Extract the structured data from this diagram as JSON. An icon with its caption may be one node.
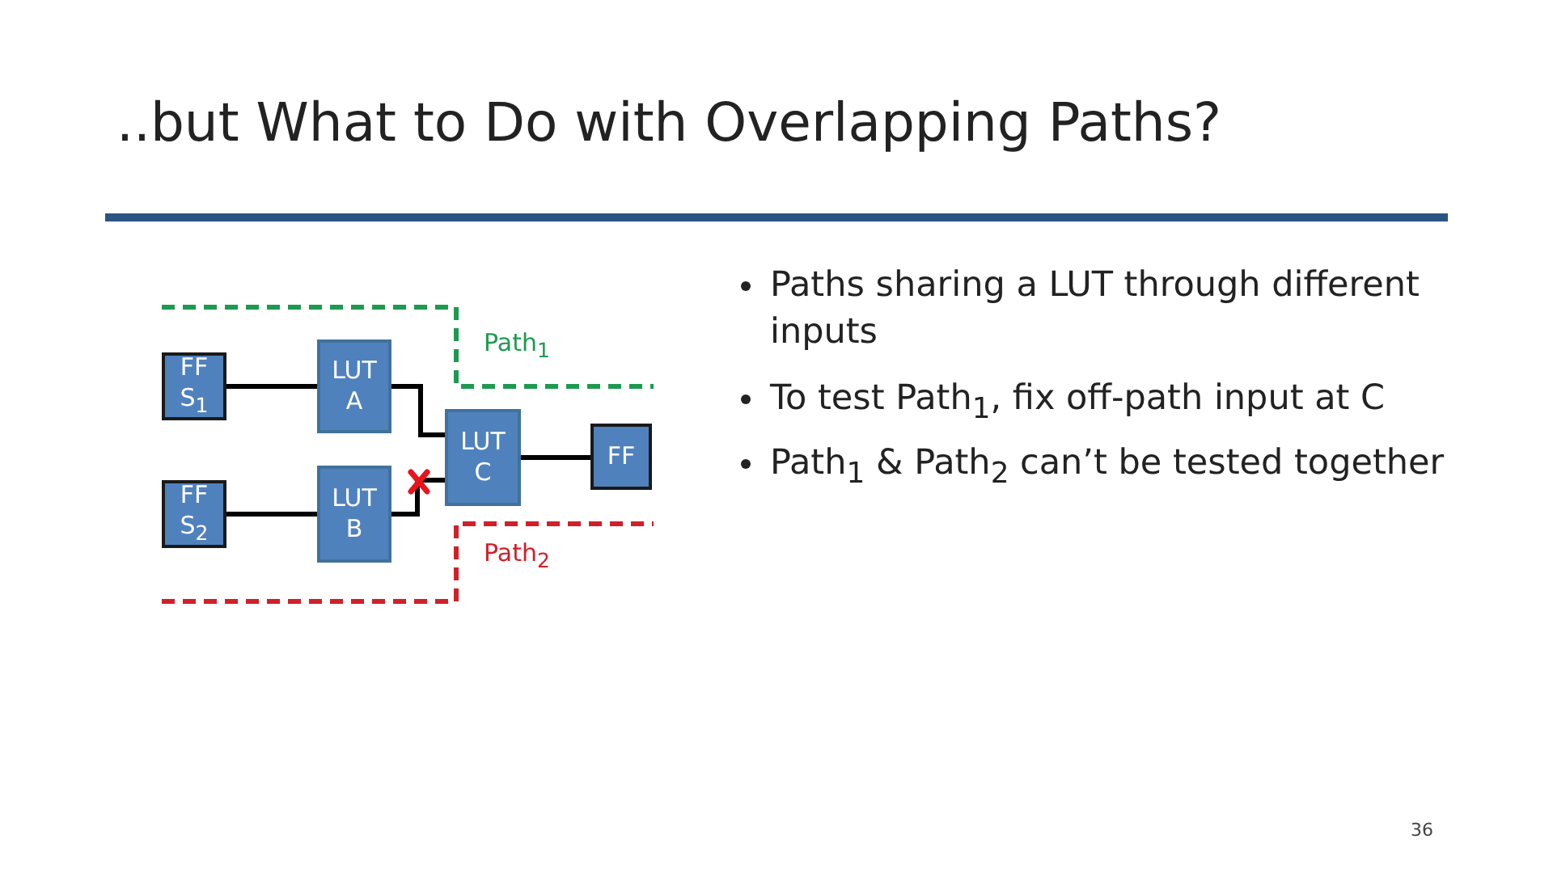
{
  "diagram": {
    "title": "..but What to Do with Overlapping Paths?",
    "nodes": [
      {
        "text": [
          "FF S$_{1}$"
        ]
      },
      {
        "text": [
          "LUT A"
        ]
      },
      {
        "text": [
          "FF S$_{2}$"
        ]
      },
      {
        "text": [
          "LUT B"
        ]
      },
      {
        "text": [
          "LUT C"
        ]
      },
      {
        "text": [
          "FF"
        ]
      }
    ],
    "edges": [
      {
        "from": 0,
        "to": 1,
        "arrow": "none"
      },
      {
        "from": 1,
        "to": 4,
        "arrow": "none"
      },
      {
        "from": 2,
        "to": 3,
        "arrow": "none"
      },
      {
        "from": 3,
        "to": 4,
        "arrow": "none"
      },
      {
        "from": 4,
        "to": 5,
        "arrow": "none"
      }
    ],
    "labels": [
      "Path$_{1}$",
      "Path$_{2}$",
      "Paths sharing a LUT through different inputs",
      "To test Path$_{1}$, fix off-path input at C",
      "Path$_{1}$ & Path$_{2}$ can’t be tested together",
      "36"
    ]
  }
}
